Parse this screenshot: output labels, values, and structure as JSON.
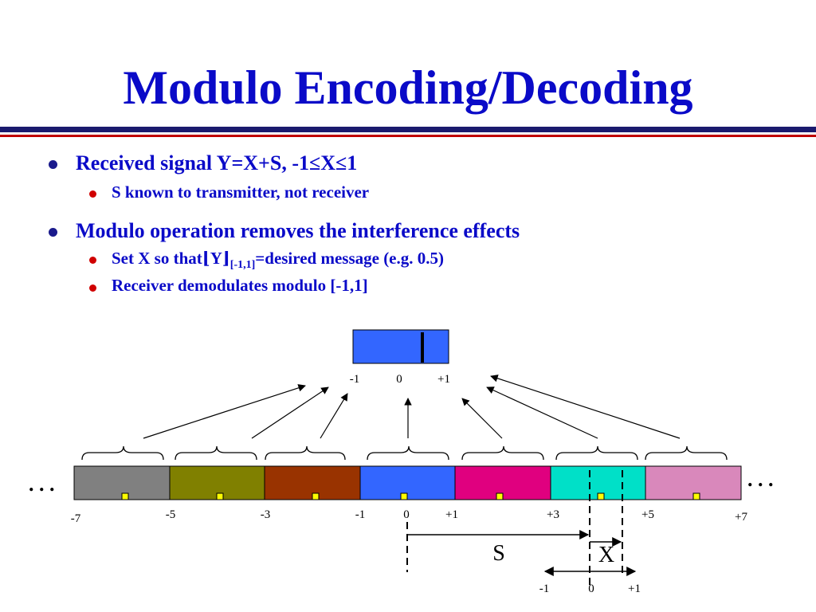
{
  "slide": {
    "title": "Modulo Encoding/Decoding",
    "bullets": [
      {
        "text": "Received signal Y=X+S, -1≤X≤1",
        "subs": [
          "S known to transmitter, not receiver"
        ]
      },
      {
        "text": "Modulo operation removes the interference effects",
        "subs_rich": [
          {
            "pre": "Set X so that",
            "floor_open": "⌊",
            "var": "Y",
            "floor_close": "⌋",
            "subscript": "[-1,1]",
            "post": "=desired message (e.g. 0.5)"
          },
          {
            "text": "Receiver demodulates modulo [-1,1]"
          }
        ]
      }
    ]
  },
  "diagram": {
    "top_box_labels": [
      "-1",
      "0",
      "+1"
    ],
    "segment_colors": [
      "#808080",
      "#808000",
      "#993300",
      "#3366ff",
      "#e0007f",
      "#00e0c8",
      "#d988bb"
    ],
    "top_box_color": "#3366ff",
    "marker_color": "#ffff00",
    "number_line_labels": [
      "-7",
      "-5",
      "-3",
      "-1",
      "0",
      "+1",
      "+3",
      "+5",
      "+7"
    ],
    "ellipsis_left": ". . .",
    "ellipsis_right": ". . .",
    "s_label": "S",
    "x_label": "X",
    "bottom_labels": [
      "-1",
      "0",
      "+1"
    ]
  }
}
